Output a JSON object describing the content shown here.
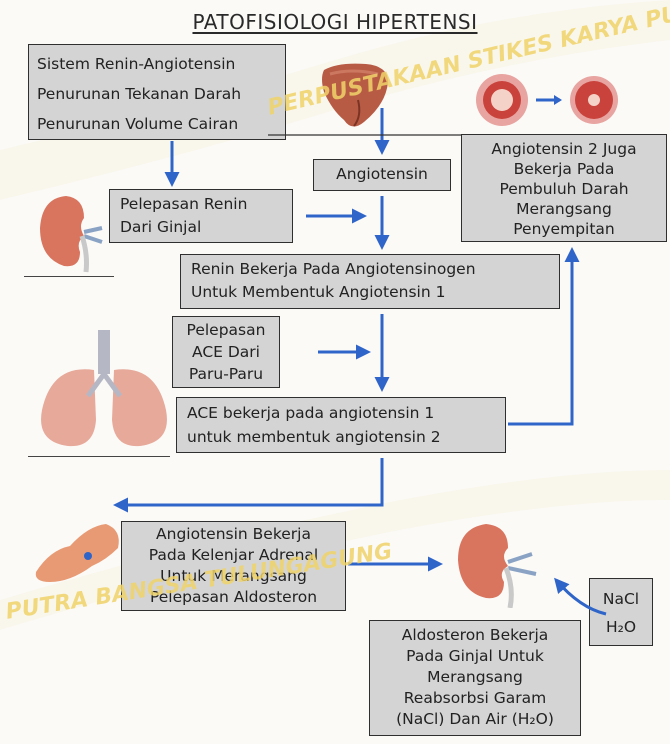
{
  "title": "PATOFISIOLOGI HIPERTENSI",
  "boxes": {
    "renin_system": [
      "Sistem Renin-Angiotensin",
      "Penurunan Tekanan Darah",
      "Penurunan Volume Cairan"
    ],
    "angiotensin": "Angiotensin",
    "vessel_note": [
      "Angiotensin 2 Juga",
      "Bekerja Pada",
      "Pembuluh Darah",
      "Merangsang",
      "Penyempitan"
    ],
    "renin_release": [
      "Pelepasan Renin",
      "Dari Ginjal"
    ],
    "renin_angiotensinogen": [
      "Renin Bekerja Pada Angiotensinogen",
      "Untuk Membentuk Angiotensin 1"
    ],
    "ace_release": [
      "Pelepasan",
      "ACE Dari",
      "Paru-Paru"
    ],
    "ace_action": [
      "ACE bekerja pada angiotensin 1",
      "untuk membentuk angiotensin 2"
    ],
    "adrenal": [
      "Angiotensin Bekerja",
      "Pada Kelenjar Adrenal",
      "Untuk Merangsang",
      "Pelepasan Aldosteron"
    ],
    "salt": [
      "NaCl",
      "H₂O"
    ],
    "aldosterone": [
      "Aldosteron Bekerja",
      "Pada Ginjal Untuk",
      "Merangsang",
      "Reabsorbsi Garam",
      "(NaCl) Dan Air (H₂O)"
    ]
  },
  "watermarks": [
    "PERPUSTAKAAN STIKES KARYA PUTRA",
    "PUTRA BANGSA TULUNGAGUNG"
  ],
  "icons": [
    "liver-icon",
    "blood-vessel-icon",
    "kidney-icon",
    "lungs-icon",
    "adrenal-gland-icon"
  ],
  "colors": {
    "arrow": "#2f65c8",
    "box": "#d4d4d4",
    "box_border": "#2f2f2f",
    "watermark": "#f0d36a"
  }
}
